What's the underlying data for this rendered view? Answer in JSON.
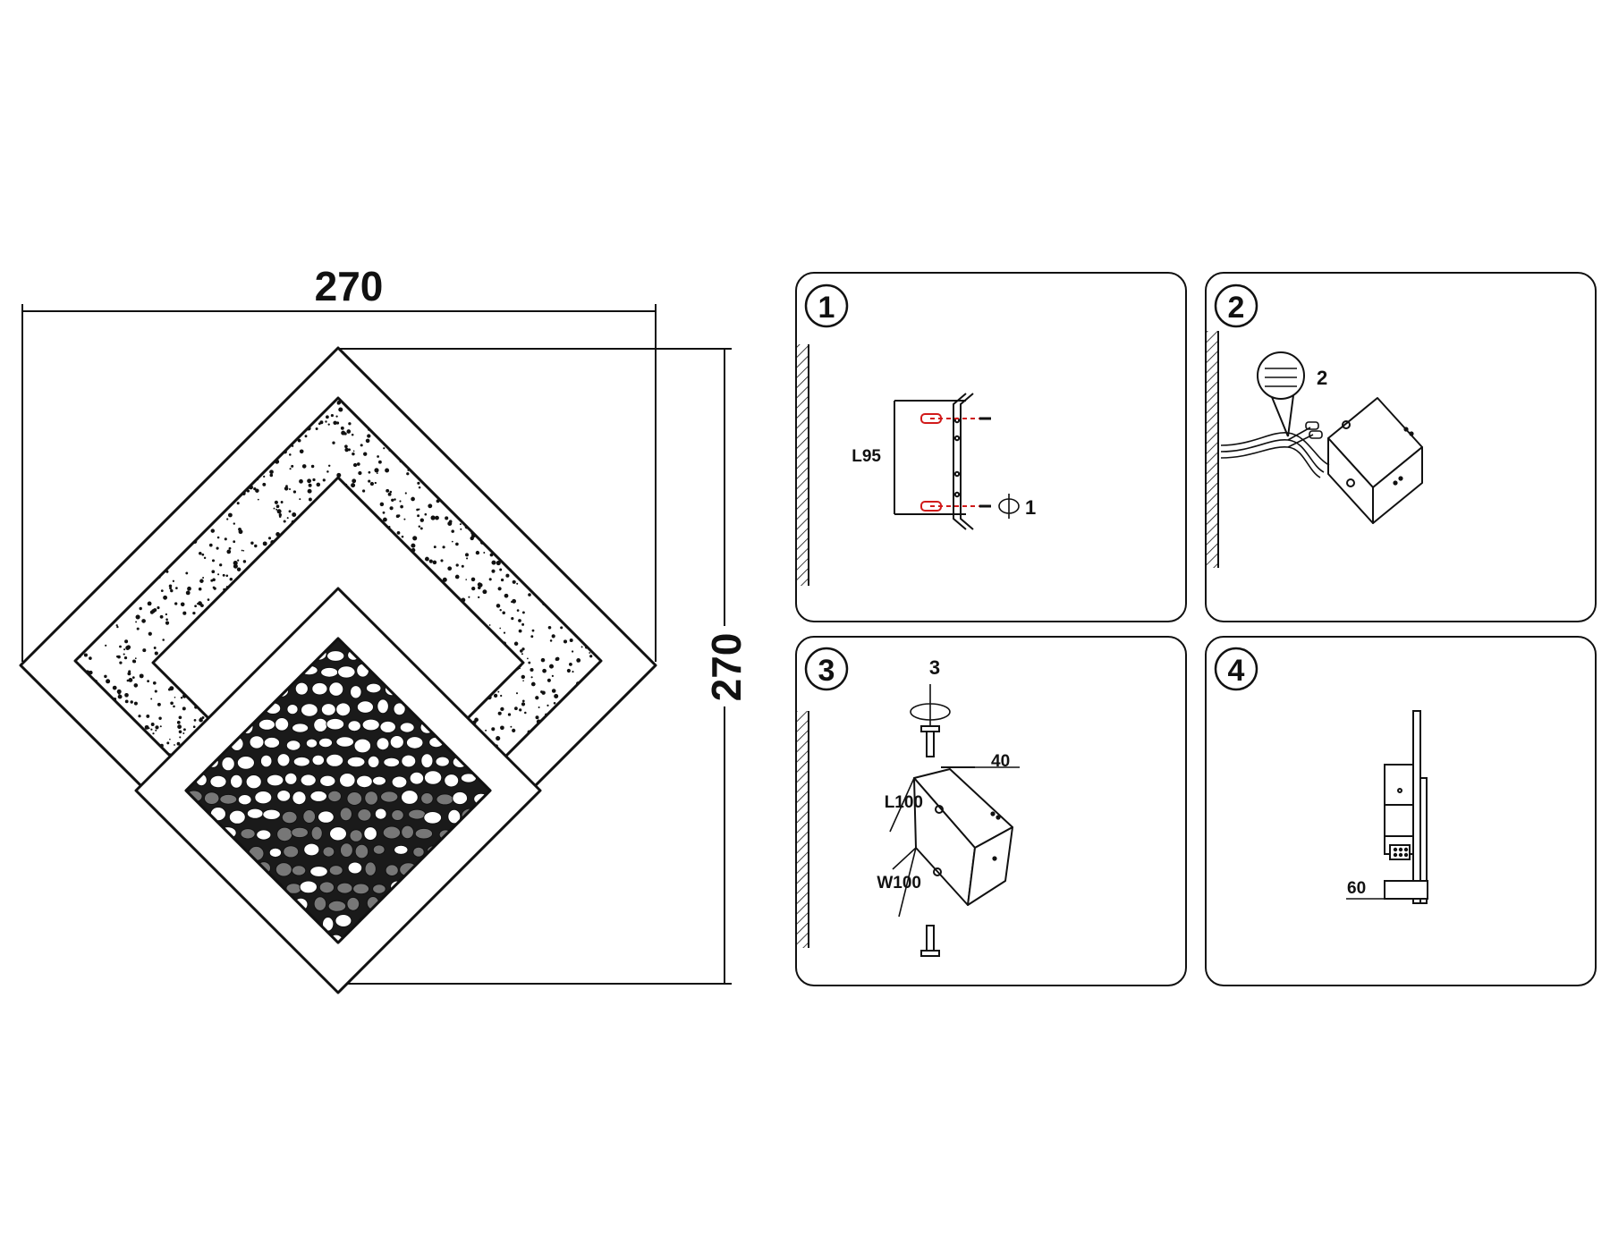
{
  "dimensions": {
    "width_label": "270",
    "height_label": "270"
  },
  "steps": [
    {
      "number": "1",
      "labels": {
        "length": "L95",
        "screw": "1"
      }
    },
    {
      "number": "2",
      "labels": {
        "connector": "2"
      }
    },
    {
      "number": "3",
      "labels": {
        "screw": "3",
        "depth": "40",
        "length": "L100",
        "width": "W100"
      }
    },
    {
      "number": "4",
      "labels": {
        "depth": "60"
      }
    }
  ],
  "colors": {
    "line": "#111111",
    "accent": "#d11a1a"
  }
}
